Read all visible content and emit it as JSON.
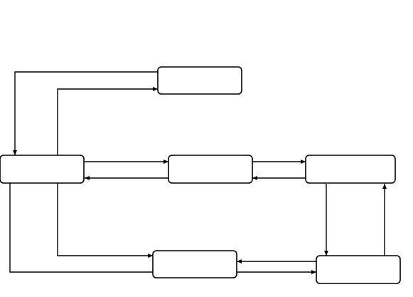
{
  "diagram": {
    "type": "flowchart",
    "colors": {
      "stroke": "#000000",
      "fill": "#ffffff",
      "background": "#ffffff"
    },
    "nodes": [
      {
        "id": "top",
        "label": ""
      },
      {
        "id": "left",
        "label": ""
      },
      {
        "id": "center",
        "label": ""
      },
      {
        "id": "right",
        "label": ""
      },
      {
        "id": "bottom-middle",
        "label": ""
      },
      {
        "id": "bottom-right",
        "label": ""
      }
    ],
    "edges": [
      {
        "from": "top",
        "to": "left"
      },
      {
        "from": "left",
        "to": "top"
      },
      {
        "from": "left",
        "to": "center"
      },
      {
        "from": "center",
        "to": "left"
      },
      {
        "from": "center",
        "to": "right"
      },
      {
        "from": "right",
        "to": "center"
      },
      {
        "from": "right",
        "to": "bottom-right"
      },
      {
        "from": "bottom-right",
        "to": "right"
      },
      {
        "from": "left",
        "to": "bottom-middle"
      },
      {
        "from": "bottom-right",
        "to": "bottom-middle"
      },
      {
        "from": "left",
        "to": "bottom-right"
      },
      {
        "from": "bottom-right",
        "to": "left"
      }
    ]
  }
}
